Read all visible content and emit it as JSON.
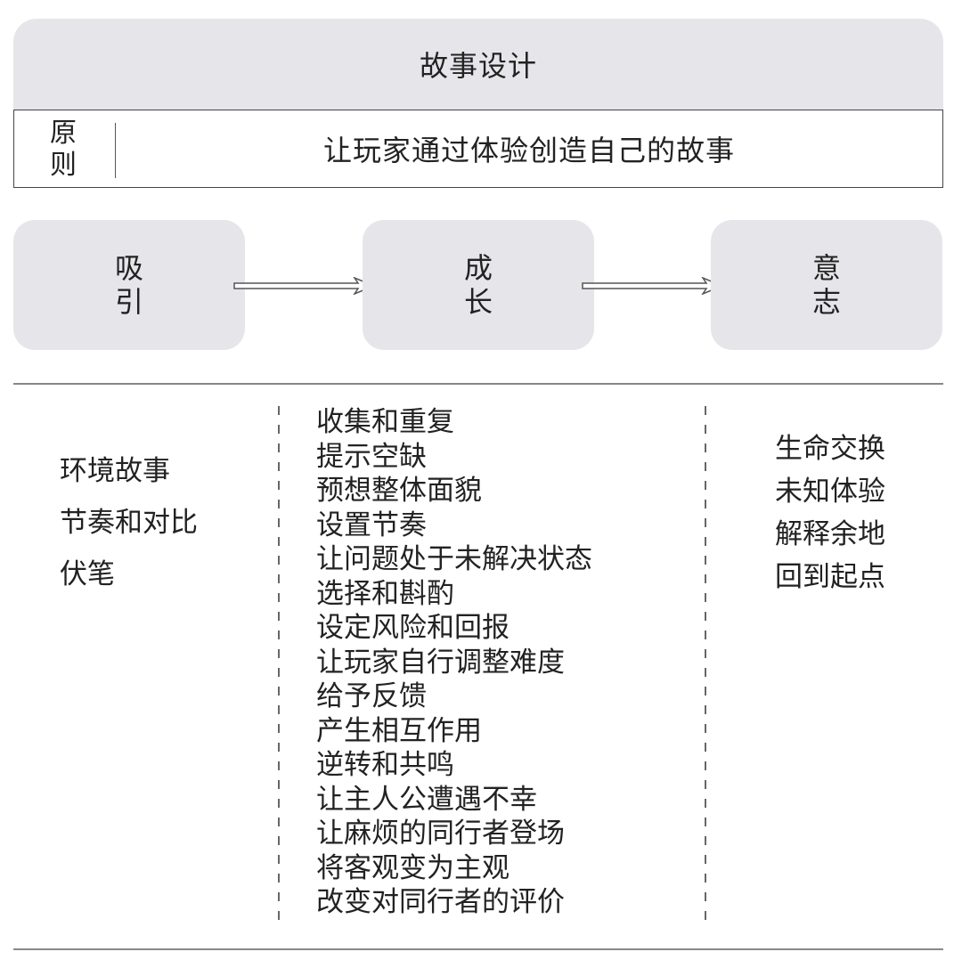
{
  "title": "故事设计",
  "principle": {
    "label": "原\n则",
    "label_chars": [
      "原",
      "则"
    ],
    "text": "让玩家通过体验创造自己的故事"
  },
  "stages": [
    {
      "id": "attract",
      "chars": [
        "吸",
        "引"
      ],
      "label": "吸引"
    },
    {
      "id": "growth",
      "chars": [
        "成",
        "长"
      ],
      "label": "成长"
    },
    {
      "id": "will",
      "chars": [
        "意",
        "志"
      ],
      "label": "意志"
    }
  ],
  "columns": {
    "attract": [
      "环境故事",
      "节奏和对比",
      "伏笔"
    ],
    "growth": [
      "收集和重复",
      "提示空缺",
      "预想整体面貌",
      "设置节奏",
      "让问题处于未解决状态",
      "选择和斟酌",
      "设定风险和回报",
      "让玩家自行调整难度",
      "给予反馈",
      "产生相互作用",
      "逆转和共鸣",
      "让主人公遭遇不幸",
      "让麻烦的同行者登场",
      "将客观变为主观",
      "改变对同行者的评价"
    ],
    "will": [
      "生命交换",
      "未知体验",
      "解释余地",
      "回到起点"
    ]
  },
  "colors": {
    "box_fill": "#e6e6ea",
    "line": "#444444",
    "text": "#222222"
  }
}
